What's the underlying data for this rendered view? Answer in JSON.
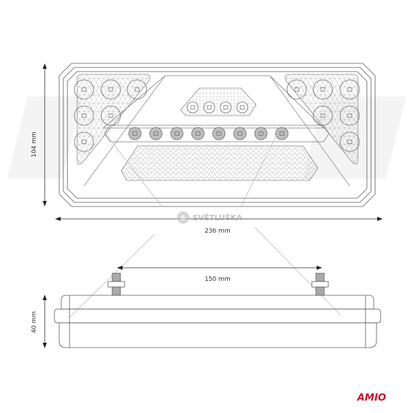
{
  "dimensions": {
    "height_front": "104 mm",
    "width_front": "236 mm",
    "bolt_spacing": "150 mm",
    "depth_side": "40 mm"
  },
  "watermark": {
    "text": "SVĚTLUŠKA",
    "badge": "S"
  },
  "brand": {
    "logo_text": "AMIO",
    "color": "#c8102e"
  },
  "colors": {
    "line": "#555555",
    "pattern": "#9a9a9a",
    "bolt": "#a0a0a0"
  }
}
